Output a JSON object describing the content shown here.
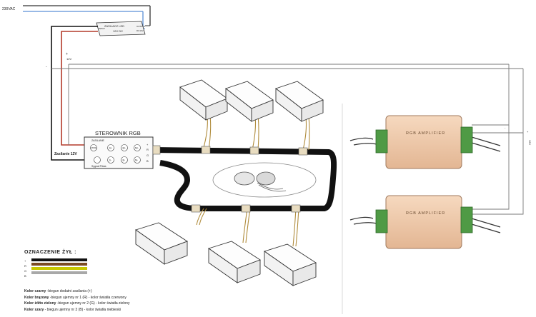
{
  "mains_label": "230VAC",
  "psu": {
    "title": "ZASILACZ LED",
    "subtitle": "12V DC",
    "left_terminals": [
      "INPUT",
      "~AC"
    ],
    "right_terminals": [
      "OUTPUT",
      "DC12V"
    ]
  },
  "bus_plus_label": "+",
  "bus_voltage_label": "12V",
  "bus_minus_label": "-",
  "right_bus": {
    "plus": "+",
    "minus": "-",
    "voltage": "12V"
  },
  "controller": {
    "title": "STEROWNIK RGB",
    "top_note": "ZASILANIE",
    "buttons": [
      "MODE",
      "S+",
      "B+",
      "M+",
      "",
      "S-",
      "B-",
      "M-"
    ],
    "signal_note": "Sygnał Pilota",
    "outputs": [
      "+",
      "R",
      "G",
      "B"
    ]
  },
  "supply_label": "Zasilanie 12V",
  "amplifiers": [
    {
      "label": "RGB AMPLIFIER"
    },
    {
      "label": "RGB AMPLIFIER"
    }
  ],
  "legend": {
    "title": "OZNACZENIE ŻYŁ :",
    "lines": [
      {
        "mark": "+",
        "color": "#111111"
      },
      {
        "mark": "R",
        "color": "#7a4a22"
      },
      {
        "mark": "G",
        "color": "#c8c800"
      },
      {
        "mark": "B",
        "color": "#a8a8a8"
      }
    ],
    "descriptions": [
      {
        "bold": "Kolor czarny",
        "text": " -biegun dodatni zasilania (+)"
      },
      {
        "bold": "Kolor brązowy",
        "text": " -biegun ujemny nr 1 (R) - kolor światła czerwony"
      },
      {
        "bold": "Kolor żółto zielony",
        "text": " -biegun ujemny nr 2 (G) - kolor światła zielony"
      },
      {
        "bold": "Kolor szary",
        "text": " - biegun ujemny nr 3 (B) - kolor światła niebieski"
      }
    ]
  }
}
